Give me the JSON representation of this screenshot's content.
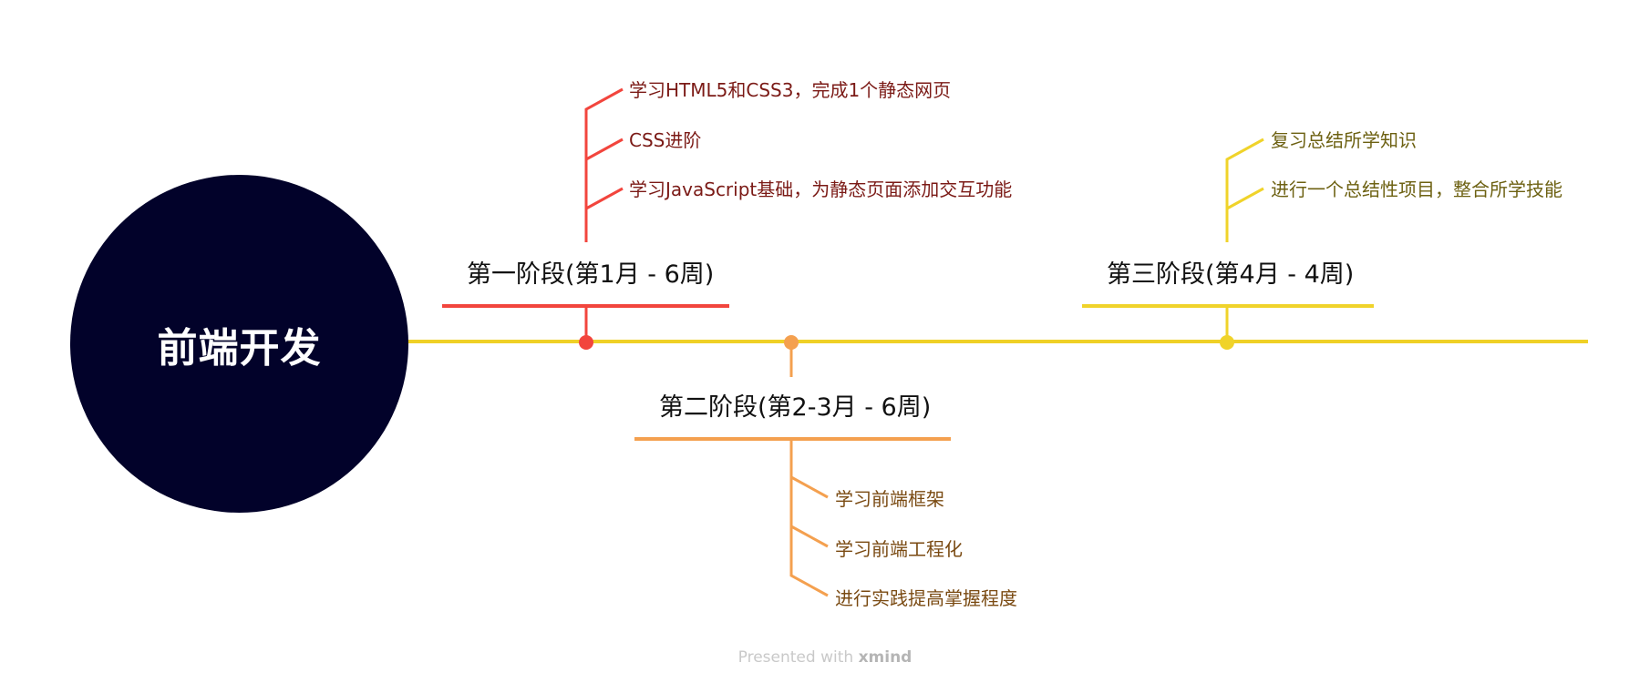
{
  "colors": {
    "root_bg": "#02022a",
    "timeline": "#efd027",
    "stage1": "#f2453d",
    "stage1_text": "#7b1a16",
    "stage2": "#f4a04f",
    "stage2_text": "#7a4a12",
    "stage3": "#f0d32a",
    "stage3_text": "#6d6112"
  },
  "root": {
    "label": "前端开发"
  },
  "stages": [
    {
      "title": "第一阶段(第1月 - 6周)",
      "items": [
        "学习HTML5和CSS3，完成1个静态网页",
        "CSS进阶",
        "学习JavaScript基础，为静态页面添加交互功能"
      ]
    },
    {
      "title": "第二阶段(第2-3月 - 6周)",
      "items": [
        "学习前端框架",
        "学习前端工程化",
        "进行实践提高掌握程度"
      ]
    },
    {
      "title": "第三阶段(第4月 - 4周)",
      "items": [
        "复习总结所学知识",
        "进行一个总结性项目，整合所学技能"
      ]
    }
  ],
  "footer": {
    "prefix": "Presented with ",
    "brand": "xmind"
  }
}
